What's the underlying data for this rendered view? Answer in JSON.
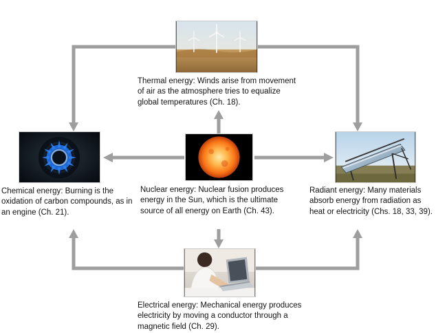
{
  "diagram_title": "",
  "arrow_color": "#9e9e9e",
  "background": "#ffffff",
  "nodes": {
    "thermal": {
      "label": "Thermal energy: Winds arise from movement of air as the atmosphere tries to equalize global temperatures (Ch. 18)."
    },
    "chemical": {
      "label": "Chemical energy: Burning is the oxidation of carbon compounds, as in an engine (Ch. 21)."
    },
    "nuclear": {
      "label": "Nuclear energy: Nuclear fusion produces energy in the Sun, which is the ultimate source of all energy on Earth (Ch. 43)."
    },
    "radiant": {
      "label": "Radiant energy: Many materials absorb energy from radiation as heat or electricity (Chs. 18, 33, 39)."
    },
    "electrical": {
      "label": "Electrical energy: Mechanical energy produces electricity by moving a conductor through a magnetic field (Ch. 29)."
    }
  },
  "images": {
    "thermal": "wind-turbines-photo",
    "chemical": "gas-burner-flame-photo",
    "nuclear": "sun-photo",
    "radiant": "solar-trough-collector-photo",
    "electrical": "person-using-laptop-photo"
  },
  "edges": [
    {
      "from": "nuclear",
      "to": "thermal"
    },
    {
      "from": "nuclear",
      "to": "chemical"
    },
    {
      "from": "nuclear",
      "to": "radiant"
    },
    {
      "from": "nuclear",
      "to": "electrical"
    },
    {
      "from": "thermal",
      "to": "chemical"
    },
    {
      "from": "thermal",
      "to": "radiant"
    },
    {
      "from": "electrical",
      "to": "chemical"
    },
    {
      "from": "electrical",
      "to": "radiant"
    }
  ]
}
